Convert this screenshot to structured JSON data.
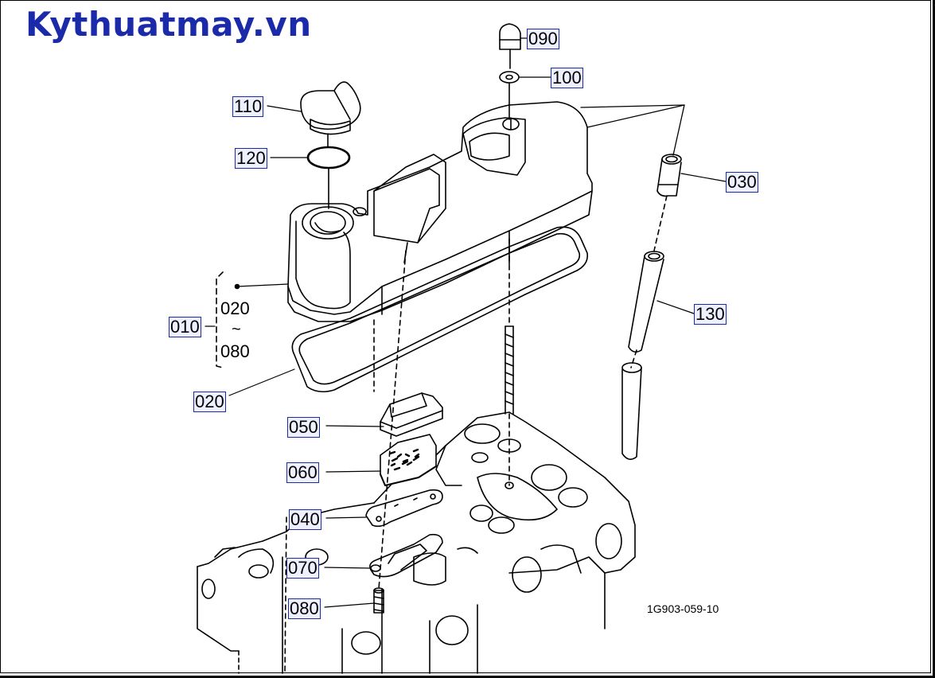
{
  "watermark": "Kythuatmay.vn",
  "drawing_code": "1G903-059-10",
  "parts": {
    "p090": "090",
    "p100": "100",
    "p110": "110",
    "p120": "120",
    "p030": "030",
    "p130": "130",
    "p010": "010",
    "p020_range_start": "020",
    "p080_range_end": "080",
    "range_symbol": "~",
    "p020": "020",
    "p050": "050",
    "p060": "060",
    "p040": "040",
    "p070": "070",
    "p080": "080"
  },
  "colors": {
    "brand": "#1a2aa8",
    "label_box": "#1a2aa8"
  }
}
